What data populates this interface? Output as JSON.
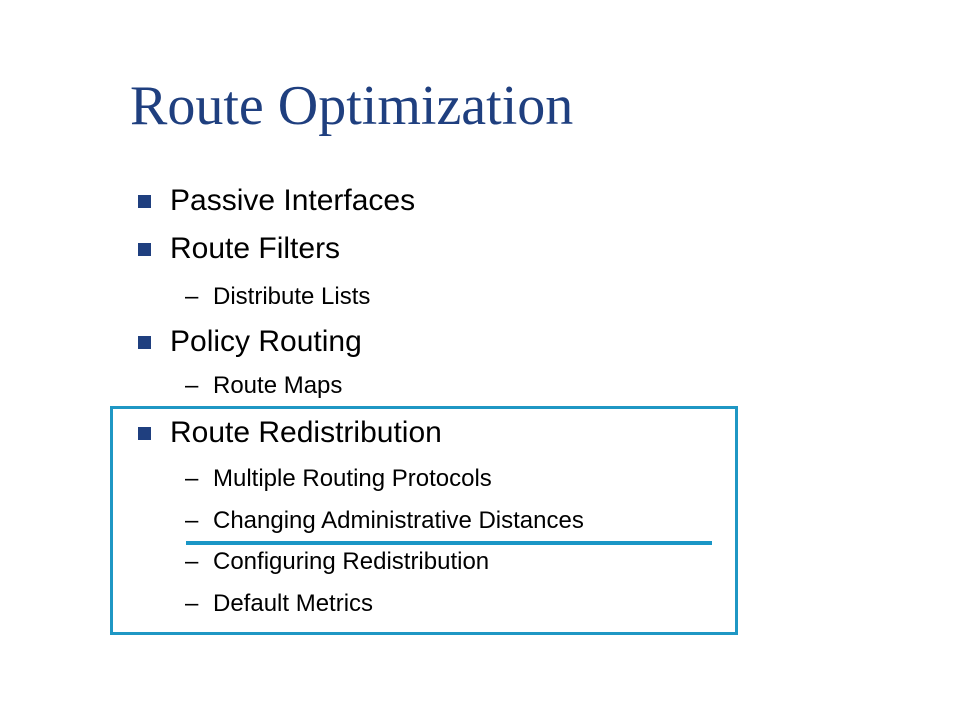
{
  "slide": {
    "title": "Route Optimization",
    "accent_color": "#1f3f7f",
    "highlight_color": "#1f97c4",
    "bullet_icon": "square-bullet-icon",
    "items": [
      {
        "text": "Passive Interfaces",
        "subitems": []
      },
      {
        "text": "Route Filters",
        "subitems": [
          {
            "dash": "–",
            "text": "Distribute Lists"
          }
        ]
      },
      {
        "text": "Policy Routing",
        "subitems": [
          {
            "dash": "–",
            "text": "Route Maps"
          }
        ]
      },
      {
        "text": "Route Redistribution",
        "subitems": [
          {
            "dash": "–",
            "text": "Multiple Routing Protocols"
          },
          {
            "dash": "–",
            "text": "Changing Administrative Distances"
          },
          {
            "dash": "–",
            "text": "Configuring Redistribution"
          },
          {
            "dash": "–",
            "text": "Default Metrics"
          }
        ]
      }
    ]
  }
}
